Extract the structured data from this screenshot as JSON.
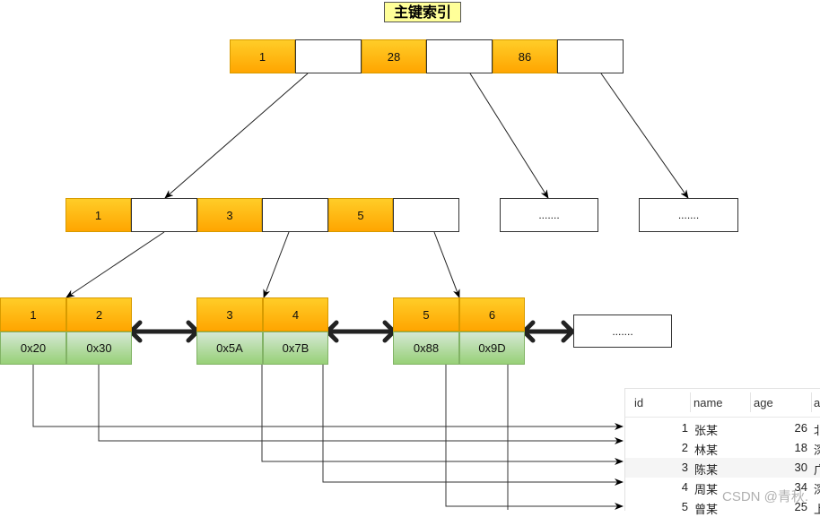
{
  "title": "主键索引",
  "root_node": {
    "keys": [
      "1",
      "28",
      "86"
    ]
  },
  "level2": {
    "node": {
      "keys": [
        "1",
        "3",
        "5"
      ]
    },
    "placeholders": [
      ".......",
      "......."
    ]
  },
  "leaves": [
    {
      "keys": [
        "1",
        "2"
      ],
      "addrs": [
        "0x20",
        "0x30"
      ]
    },
    {
      "keys": [
        "3",
        "4"
      ],
      "addrs": [
        "0x5A",
        "0x7B"
      ]
    },
    {
      "keys": [
        "5",
        "6"
      ],
      "addrs": [
        "0x88",
        "0x9D"
      ]
    }
  ],
  "leaf_placeholder": ".......",
  "table": {
    "columns": [
      "id",
      "name",
      "age",
      "ad"
    ],
    "rows": [
      {
        "id": "1",
        "name": "张某",
        "age": "26",
        "addr": "北"
      },
      {
        "id": "2",
        "name": "林某",
        "age": "18",
        "addr": "深"
      },
      {
        "id": "3",
        "name": "陈某",
        "age": "30",
        "addr": "广"
      },
      {
        "id": "4",
        "name": "周某",
        "age": "34",
        "addr": "深"
      },
      {
        "id": "5",
        "name": "曾某",
        "age": "25",
        "addr": "上"
      }
    ]
  },
  "watermark": "CSDN @青秋."
}
